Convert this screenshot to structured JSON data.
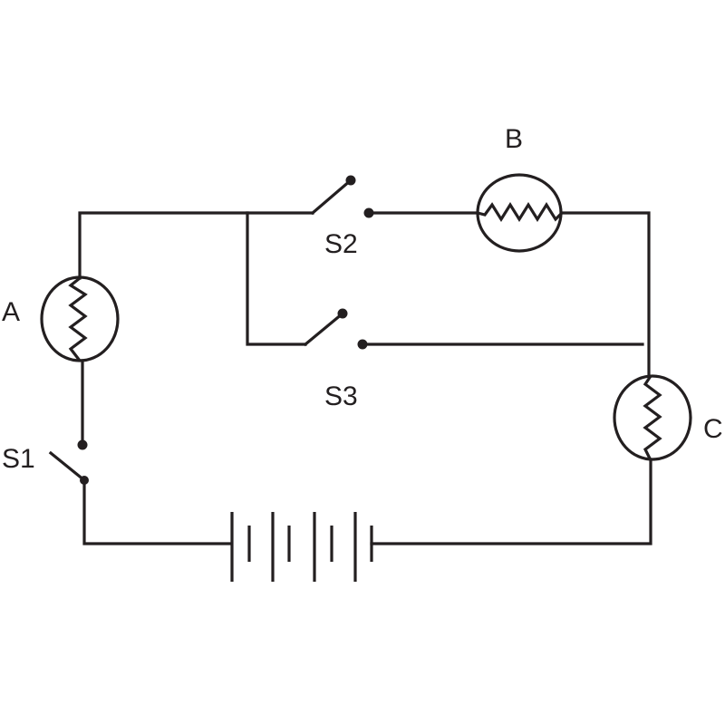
{
  "diagram": {
    "labels": {
      "lamp_a": "A",
      "lamp_b": "B",
      "lamp_c": "C",
      "switch_s1": "S1",
      "switch_s2": "S2",
      "switch_s3": "S3"
    },
    "switches": {
      "s1": "open",
      "s2": "open",
      "s3": "open"
    },
    "battery_cells": 4,
    "colors": {
      "line": "#231f20",
      "background": "#ffffff"
    }
  }
}
